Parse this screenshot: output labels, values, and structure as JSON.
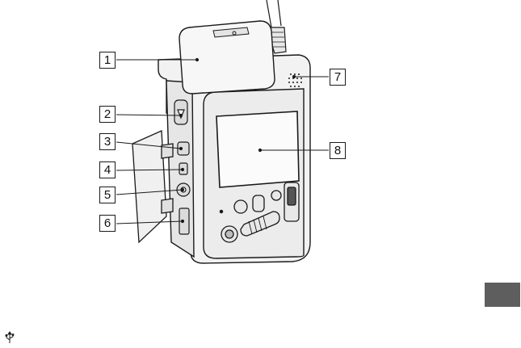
{
  "callouts": [
    {
      "id": "1",
      "label": "1"
    },
    {
      "id": "2",
      "label": "2"
    },
    {
      "id": "3",
      "label": "3"
    },
    {
      "id": "4",
      "label": "4"
    },
    {
      "id": "5",
      "label": "5"
    },
    {
      "id": "6",
      "label": "6"
    },
    {
      "id": "7",
      "label": "7"
    },
    {
      "id": "8",
      "label": "8"
    }
  ],
  "icons": {
    "usb": "usb-icon"
  },
  "colors": {
    "line": "#1a1a1a",
    "device_fill": "#f2f2f2",
    "tab_marker": "#5e5e5e"
  }
}
